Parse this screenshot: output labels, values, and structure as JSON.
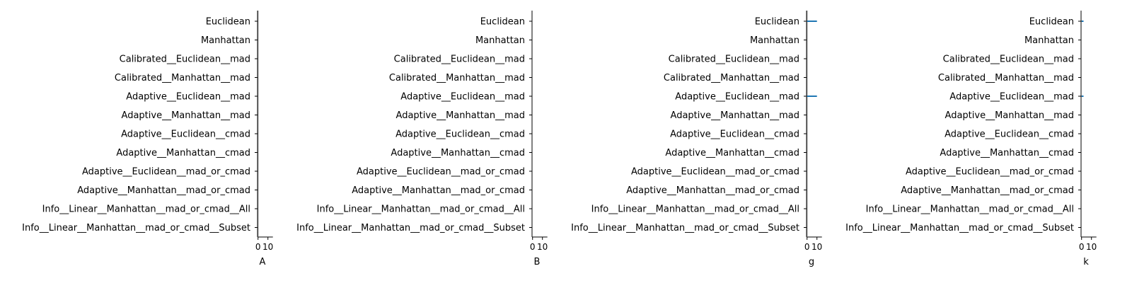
{
  "chart_data": [
    {
      "type": "bar",
      "orientation": "horizontal",
      "xlabel": "A",
      "xticks": [
        0,
        10
      ],
      "xlim": [
        -0.5,
        15
      ],
      "categories": [
        "Euclidean",
        "Manhattan",
        "Calibrated__Euclidean__mad",
        "Calibrated__Manhattan__mad",
        "Adaptive__Euclidean__mad",
        "Adaptive__Manhattan__mad",
        "Adaptive__Euclidean__cmad",
        "Adaptive__Manhattan__cmad",
        "Adaptive__Euclidean__mad_or_cmad",
        "Adaptive__Manhattan__mad_or_cmad",
        "Info__Linear__Manhattan__mad_or_cmad__All",
        "Info__Linear__Manhattan__mad_or_cmad__Subset"
      ],
      "values": [
        0,
        0,
        0,
        0,
        0,
        0,
        0,
        0,
        0,
        0,
        0,
        0
      ],
      "reference_line_x": 0
    },
    {
      "type": "bar",
      "orientation": "horizontal",
      "xlabel": "B",
      "xticks": [
        0,
        10
      ],
      "xlim": [
        -0.5,
        15
      ],
      "categories": [
        "Euclidean",
        "Manhattan",
        "Calibrated__Euclidean__mad",
        "Calibrated__Manhattan__mad",
        "Adaptive__Euclidean__mad",
        "Adaptive__Manhattan__mad",
        "Adaptive__Euclidean__cmad",
        "Adaptive__Manhattan__cmad",
        "Adaptive__Euclidean__mad_or_cmad",
        "Adaptive__Manhattan__mad_or_cmad",
        "Info__Linear__Manhattan__mad_or_cmad__All",
        "Info__Linear__Manhattan__mad_or_cmad__Subset"
      ],
      "values": [
        0,
        0,
        0,
        0,
        0,
        0,
        0,
        0,
        0,
        0,
        0,
        0
      ],
      "reference_line_x": null
    },
    {
      "type": "bar",
      "orientation": "horizontal",
      "xlabel": "g",
      "xticks": [
        0,
        10
      ],
      "xlim": [
        -0.5,
        15
      ],
      "categories": [
        "Euclidean",
        "Manhattan",
        "Calibrated__Euclidean__mad",
        "Calibrated__Manhattan__mad",
        "Adaptive__Euclidean__mad",
        "Adaptive__Manhattan__mad",
        "Adaptive__Euclidean__cmad",
        "Adaptive__Manhattan__cmad",
        "Adaptive__Euclidean__mad_or_cmad",
        "Adaptive__Manhattan__mad_or_cmad",
        "Info__Linear__Manhattan__mad_or_cmad__All",
        "Info__Linear__Manhattan__mad_or_cmad__Subset"
      ],
      "values": [
        0,
        0,
        0,
        0,
        0,
        0,
        0,
        0,
        0,
        0,
        0,
        0
      ],
      "errors": [
        {
          "category": "Euclidean",
          "low": 0,
          "high": 10
        },
        {
          "category": "Adaptive__Euclidean__mad",
          "low": 0,
          "high": 10
        }
      ],
      "reference_line_x": 0
    },
    {
      "type": "bar",
      "orientation": "horizontal",
      "xlabel": "k",
      "xticks": [
        0,
        10
      ],
      "xlim": [
        -0.5,
        15
      ],
      "categories": [
        "Euclidean",
        "Manhattan",
        "Calibrated__Euclidean__mad",
        "Calibrated__Manhattan__mad",
        "Adaptive__Euclidean__mad",
        "Adaptive__Manhattan__mad",
        "Adaptive__Euclidean__cmad",
        "Adaptive__Manhattan__cmad",
        "Adaptive__Euclidean__mad_or_cmad",
        "Adaptive__Manhattan__mad_or_cmad",
        "Info__Linear__Manhattan__mad_or_cmad__All",
        "Info__Linear__Manhattan__mad_or_cmad__Subset"
      ],
      "values": [
        0,
        0,
        0,
        0,
        0,
        0,
        0,
        0,
        0,
        0,
        0,
        0
      ],
      "errors": [
        {
          "category": "Euclidean",
          "low": 0,
          "high": 2
        },
        {
          "category": "Adaptive__Euclidean__mad",
          "low": 0,
          "high": 2
        }
      ],
      "reference_line_x": null
    }
  ],
  "colors": {
    "axis": "#000000",
    "error_bar": "#1f77b4",
    "reference_line": "#555555"
  }
}
